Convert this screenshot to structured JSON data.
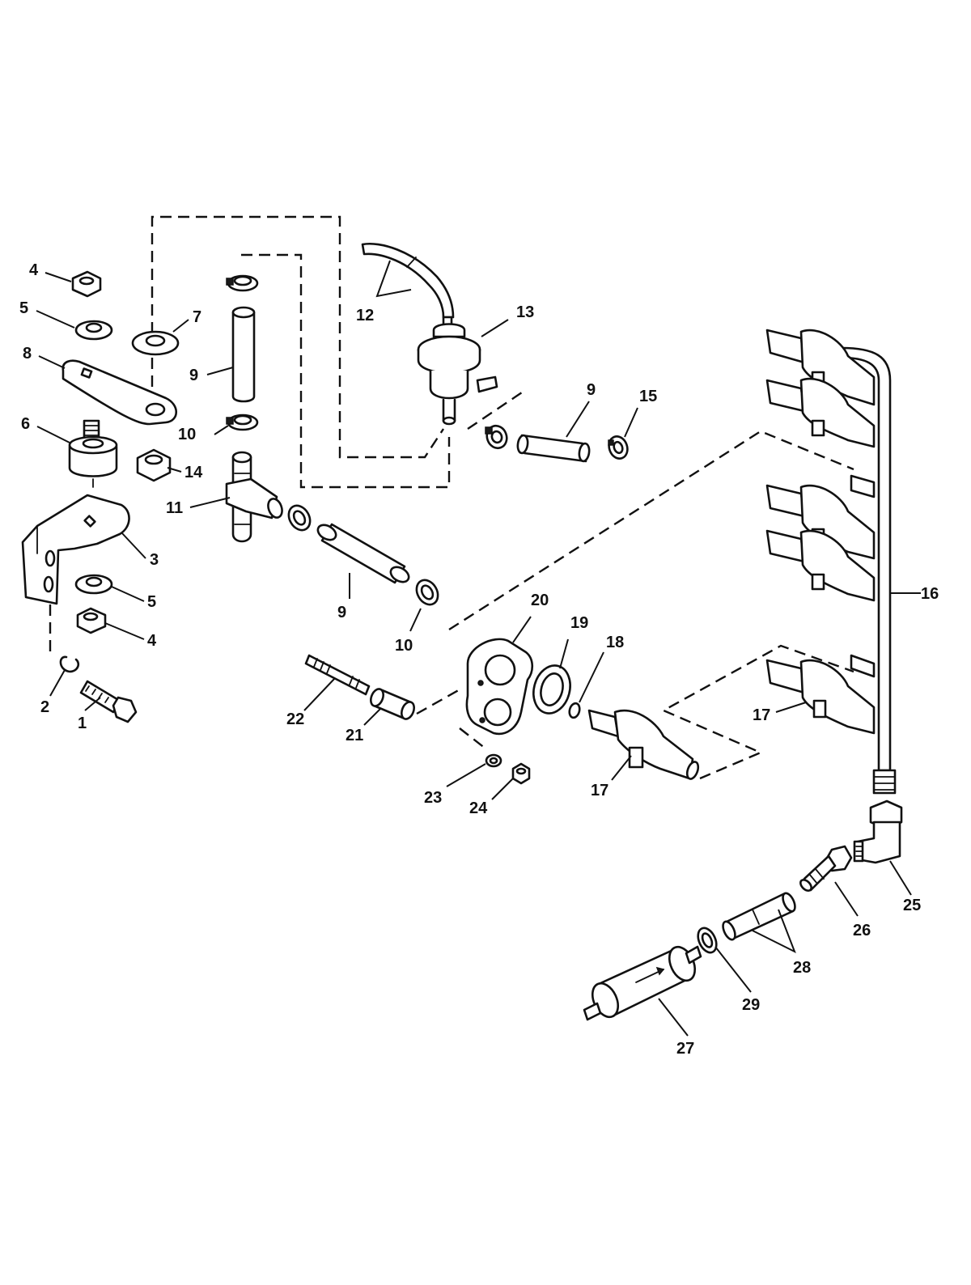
{
  "callouts": [
    {
      "id": "c4a",
      "text": "4"
    },
    {
      "id": "c5a",
      "text": "5"
    },
    {
      "id": "c8",
      "text": "8"
    },
    {
      "id": "c6",
      "text": "6"
    },
    {
      "id": "c7",
      "text": "7"
    },
    {
      "id": "c9a",
      "text": "9"
    },
    {
      "id": "c10a",
      "text": "10"
    },
    {
      "id": "c14",
      "text": "14"
    },
    {
      "id": "c11",
      "text": "11"
    },
    {
      "id": "c3",
      "text": "3"
    },
    {
      "id": "c5b",
      "text": "5"
    },
    {
      "id": "c4b",
      "text": "4"
    },
    {
      "id": "c2",
      "text": "2"
    },
    {
      "id": "c1",
      "text": "1"
    },
    {
      "id": "c9b",
      "text": "9"
    },
    {
      "id": "c10b",
      "text": "10"
    },
    {
      "id": "c12",
      "text": "12"
    },
    {
      "id": "c13",
      "text": "13"
    },
    {
      "id": "c9c",
      "text": "9"
    },
    {
      "id": "c15",
      "text": "15"
    },
    {
      "id": "c16",
      "text": "16"
    },
    {
      "id": "c20",
      "text": "20"
    },
    {
      "id": "c19",
      "text": "19"
    },
    {
      "id": "c18",
      "text": "18"
    },
    {
      "id": "c22",
      "text": "22"
    },
    {
      "id": "c21",
      "text": "21"
    },
    {
      "id": "c23",
      "text": "23"
    },
    {
      "id": "c24",
      "text": "24"
    },
    {
      "id": "c17a",
      "text": "17"
    },
    {
      "id": "c17b",
      "text": "17"
    },
    {
      "id": "c25",
      "text": "25"
    },
    {
      "id": "c26",
      "text": "26"
    },
    {
      "id": "c28",
      "text": "28"
    },
    {
      "id": "c29",
      "text": "29"
    },
    {
      "id": "c27",
      "text": "27"
    }
  ]
}
